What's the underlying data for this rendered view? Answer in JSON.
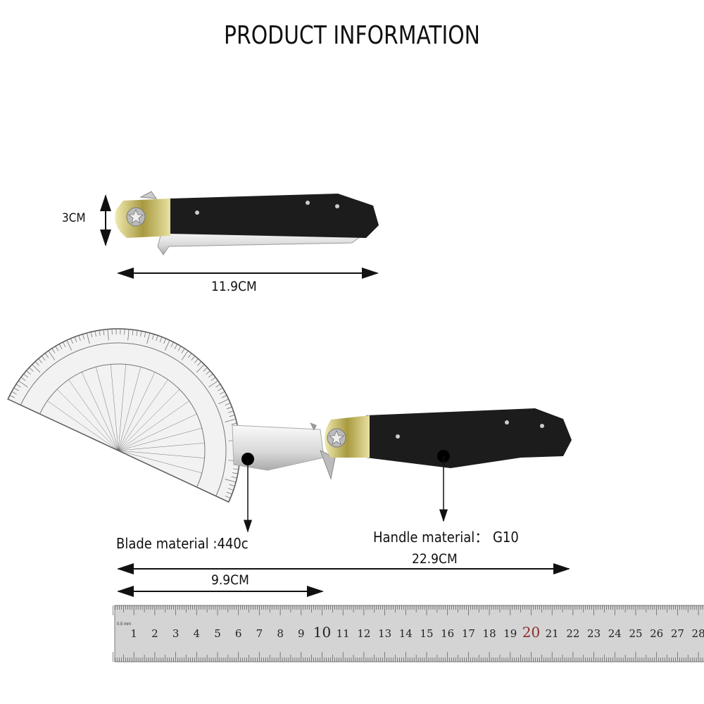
{
  "title": "PRODUCT INFORMATION",
  "dimensions": {
    "closed_width": "3CM",
    "closed_length": "11.9CM",
    "overall_length": "22.9CM",
    "blade_length": "9.9CM"
  },
  "materials": {
    "blade": "Blade material :440c",
    "handle": "Handle material： G10"
  },
  "ruler": {
    "unit_label": "0.5 mm",
    "numbers": [
      "1",
      "2",
      "3",
      "4",
      "5",
      "6",
      "7",
      "8",
      "9",
      "10",
      "11",
      "12",
      "13",
      "14",
      "15",
      "16",
      "17",
      "18",
      "19",
      "20",
      "21",
      "22",
      "23",
      "24",
      "25",
      "26",
      "27",
      "28"
    ],
    "highlight_color": "#8b2b2b"
  },
  "colors": {
    "handle": "#1c1c1c",
    "bolster": "#c8c070",
    "blade": "#e8e8e8"
  }
}
